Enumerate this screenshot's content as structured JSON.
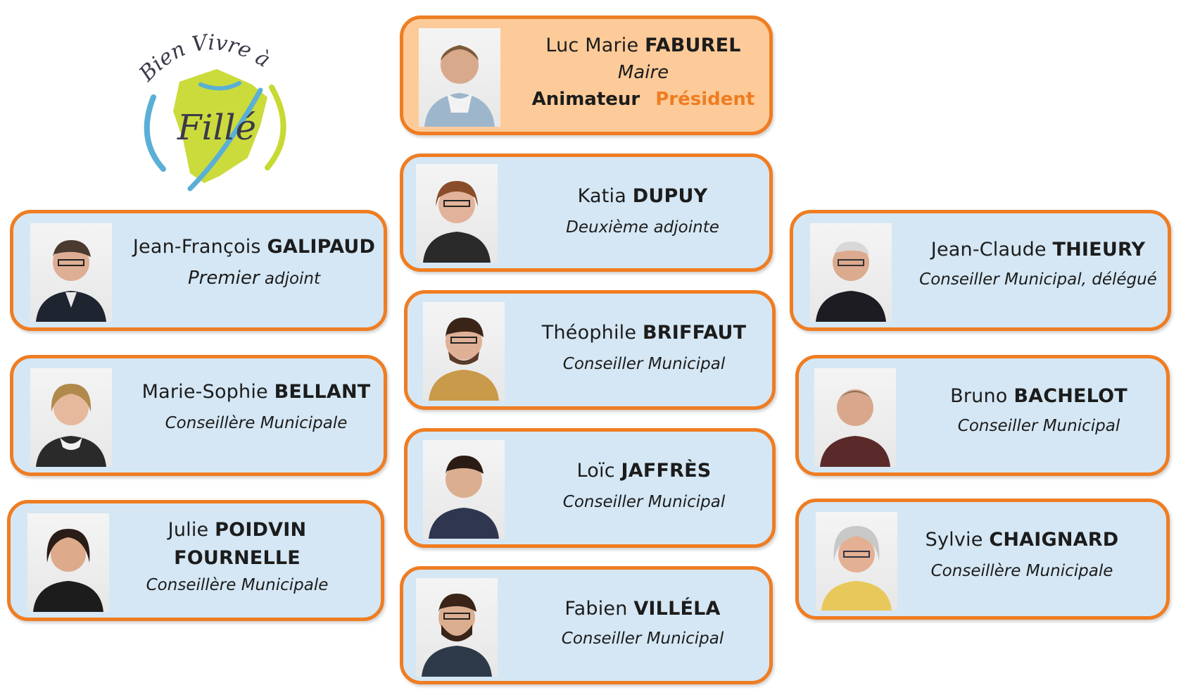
{
  "logo": {
    "top_text": "Bien Vivre à",
    "main_text": "Fillé",
    "colors": {
      "blue": "#5aafd6",
      "green": "#c8d932",
      "dark": "#3a3a4a"
    }
  },
  "colors": {
    "card_border": "#ef7d22",
    "card_fill": "#d5e7f4",
    "mayor_fill": "#fdcb99",
    "president_text": "#ef7d22"
  },
  "mayor": {
    "first_name": "Luc Marie",
    "surname": "FABUREL",
    "role": "Maire",
    "tag_1": "Animateur",
    "tag_2": "Président",
    "photo_icon": "person-photo"
  },
  "center_column": [
    {
      "first_name": "Katia",
      "surname": "DUPUY",
      "role": "Deuxième adjointe"
    },
    {
      "first_name": "Théophile",
      "surname": "BRIFFAUT",
      "role": "Conseiller Municipal"
    },
    {
      "first_name": "Loïc",
      "surname": "JAFFRÈS",
      "role": "Conseiller Municipal"
    },
    {
      "first_name": "Fabien",
      "surname": "VILLÉLA",
      "role": "Conseiller Municipal"
    }
  ],
  "left_column": [
    {
      "first_name": "Jean-François",
      "surname": "GALIPAUD",
      "role_main": "Premier",
      "role_rest": "adjoint"
    },
    {
      "first_name": "Marie-Sophie",
      "surname": "BELLANT",
      "role": "Conseillère Municipale"
    },
    {
      "first_name": "Julie",
      "surname": "POIDVIN",
      "surname_line2": "FOURNELLE",
      "role": "Conseillère Municipale"
    }
  ],
  "right_column": [
    {
      "first_name": "Jean-Claude",
      "surname": "THIEURY",
      "role": "Conseiller Municipal, délégué"
    },
    {
      "first_name": "Bruno",
      "surname": "BACHELOT",
      "role": "Conseiller Municipal"
    },
    {
      "first_name": "Sylvie",
      "surname": "CHAIGNARD",
      "role": "Conseillère Municipale"
    }
  ]
}
